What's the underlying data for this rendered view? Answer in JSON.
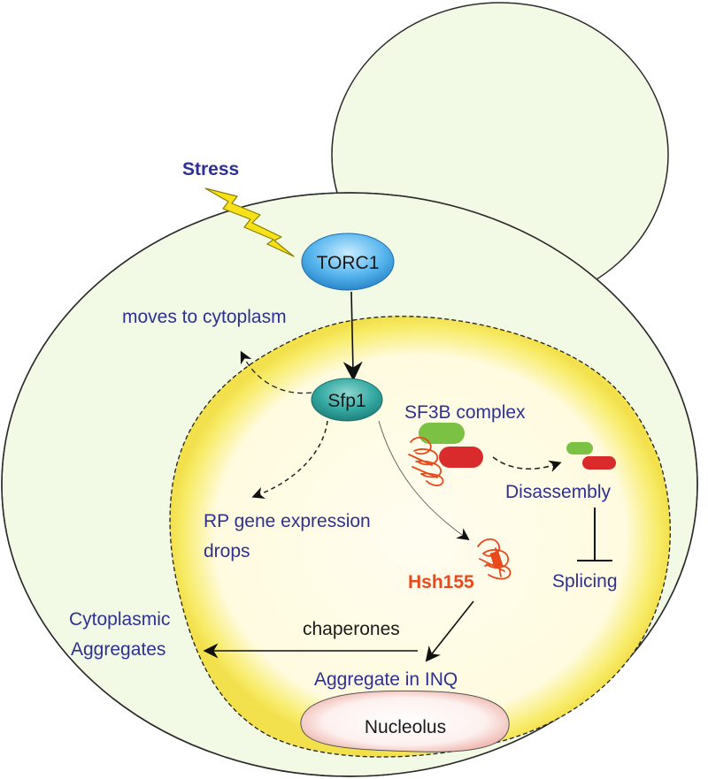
{
  "stimulus": {
    "text": "Stress"
  },
  "nodes": {
    "torc1": "TORC1",
    "sfp1": "Sfp1",
    "nucleolus": "Nucleolus"
  },
  "labels": {
    "moves_to_cytoplasm": "moves to cytoplasm",
    "sf3b_complex": "SF3B complex",
    "disassembly": "Disassembly",
    "splicing": "Splicing",
    "rp_line1": "RP gene expression",
    "rp_line2": "drops",
    "hsh155": "Hsh155",
    "chaperones": "chaperones",
    "cytoplasmic_line1": "Cytoplasmic",
    "cytoplasmic_line2": "Aggregates",
    "aggregate_inq": "Aggregate in INQ"
  },
  "colors": {
    "cell_fill": "#f2f9e4",
    "nucleus_core": "#fffce8",
    "nucleus_rim": "#f6e95c",
    "text_blue": "#2e3192",
    "text_orange": "#e8491d",
    "torc1_blue": "#3fa4e0",
    "sfp1_teal": "#2a9f9a",
    "sf3b_green": "#7bc143",
    "sf3b_red": "#d92b2b",
    "lightning_yellow": "#f7e21a"
  }
}
